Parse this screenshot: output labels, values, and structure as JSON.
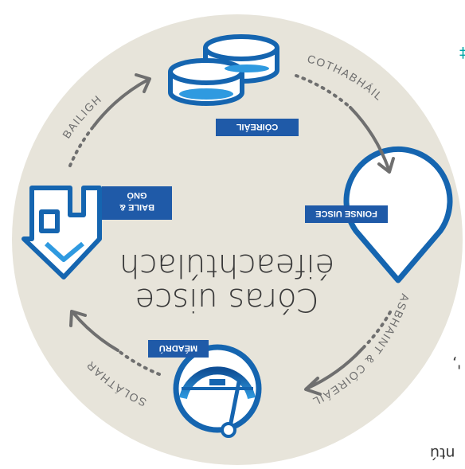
{
  "title": {
    "line1": "Córas uisce",
    "line2": "éifeachtúlach"
  },
  "stages": [
    {
      "label": "CÓIREÁIL"
    },
    {
      "label": "FOINSE UISCE"
    },
    {
      "label": "MÉADRÚ"
    },
    {
      "label_line1": "BAILE &",
      "label_line2": "GNÓ"
    }
  ],
  "cycle_labels": {
    "collect": "COTHABHÁIL",
    "abstract": "ASBHAINT & CÓIREÁIL",
    "supply": "SOLÁTHAR",
    "return": "BAILIGH"
  },
  "page_fragments": {
    "comma": "',",
    "tail": "ntú"
  },
  "colors": {
    "background_disc": "#e7e4da",
    "brand_blue": "#1565b0",
    "dark_blue": "#0f4f96",
    "light_blue": "#2f9ae0",
    "label_box": "#1f5aa8",
    "arrow_grey": "#6f6f6f",
    "teal_mark": "#00a6a6"
  }
}
